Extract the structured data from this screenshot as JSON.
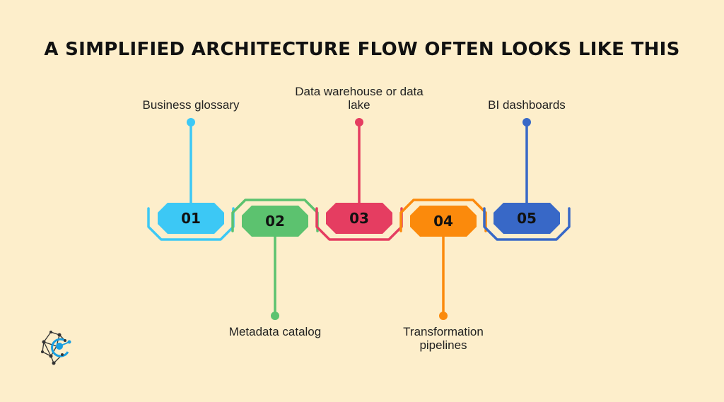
{
  "title": "A SIMPLIFIED ARCHITECTURE FLOW OFTEN LOOKS LIKE THIS",
  "colors": {
    "background": "#fdeecb",
    "step_01": "#3cc8f5",
    "step_02": "#5cc26f",
    "step_03": "#e53d61",
    "step_04": "#fb8a0c",
    "step_05": "#3868c7"
  },
  "steps": [
    {
      "number": "01",
      "label": "Business glossary",
      "position": "top"
    },
    {
      "number": "02",
      "label": "Metadata catalog",
      "position": "bottom"
    },
    {
      "number": "03",
      "label": "Data warehouse or data lake",
      "position": "top"
    },
    {
      "number": "04",
      "label": "Transformation pipelines",
      "position": "bottom"
    },
    {
      "number": "05",
      "label": "BI dashboards",
      "position": "top"
    }
  ],
  "logo": {
    "icon": "network-nodes-logo-icon"
  }
}
